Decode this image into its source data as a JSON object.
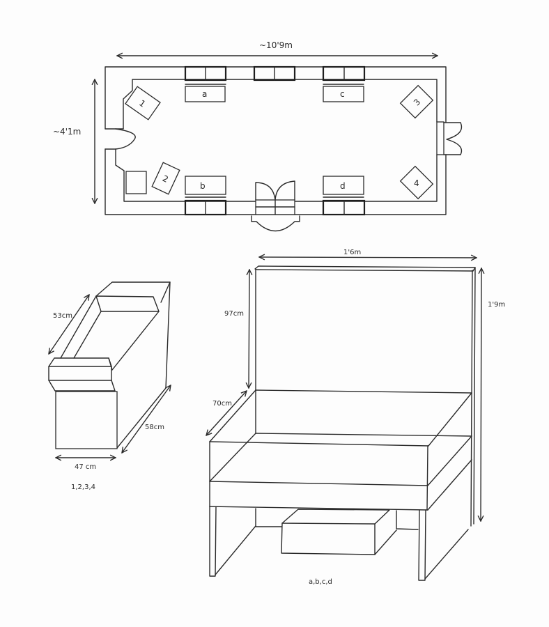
{
  "floor_plan": {
    "width_label": "~10'9m",
    "height_label": "~4'1m",
    "seat_labels": [
      "a",
      "b",
      "c",
      "d"
    ],
    "armchair_labels": [
      "1",
      "2",
      "3",
      "4"
    ]
  },
  "armchair_sketch": {
    "depth_label": "53cm",
    "length_label": "58cm",
    "width_label": "47 cm",
    "caption": "1,2,3,4"
  },
  "bench_sketch": {
    "width_label": "1'6m",
    "total_height_label": "1'9m",
    "back_height_label": "97cm",
    "seat_depth_label": "70cm",
    "caption": "a,b,c,d"
  }
}
